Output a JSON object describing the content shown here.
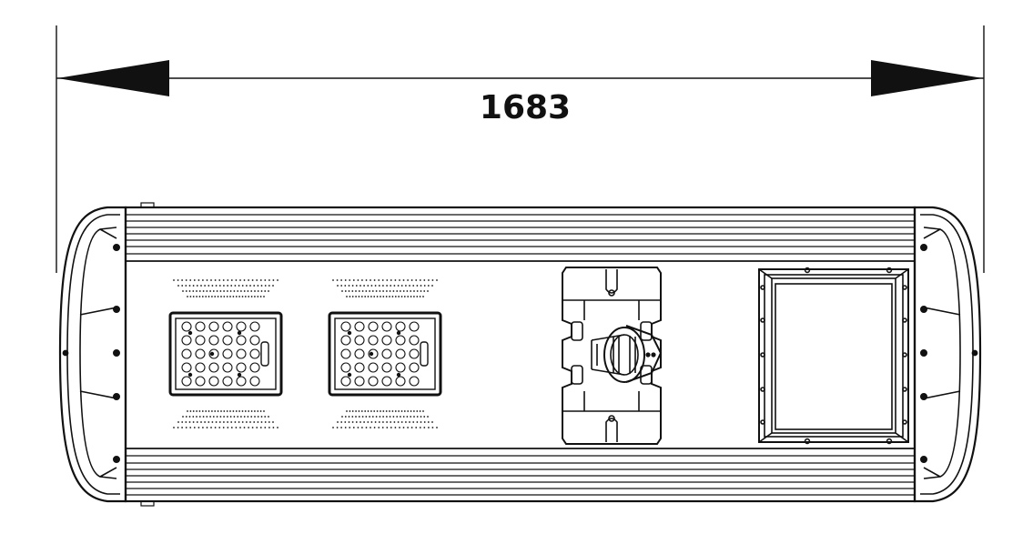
{
  "dimension": {
    "overall_length": "1683"
  },
  "colors": {
    "line": "#111111",
    "background": "#ffffff"
  },
  "parts": {
    "led_modules": 2,
    "led_module_label": "",
    "mounting_bracket": "pole-clamp",
    "battery_panel": "rectangular"
  }
}
